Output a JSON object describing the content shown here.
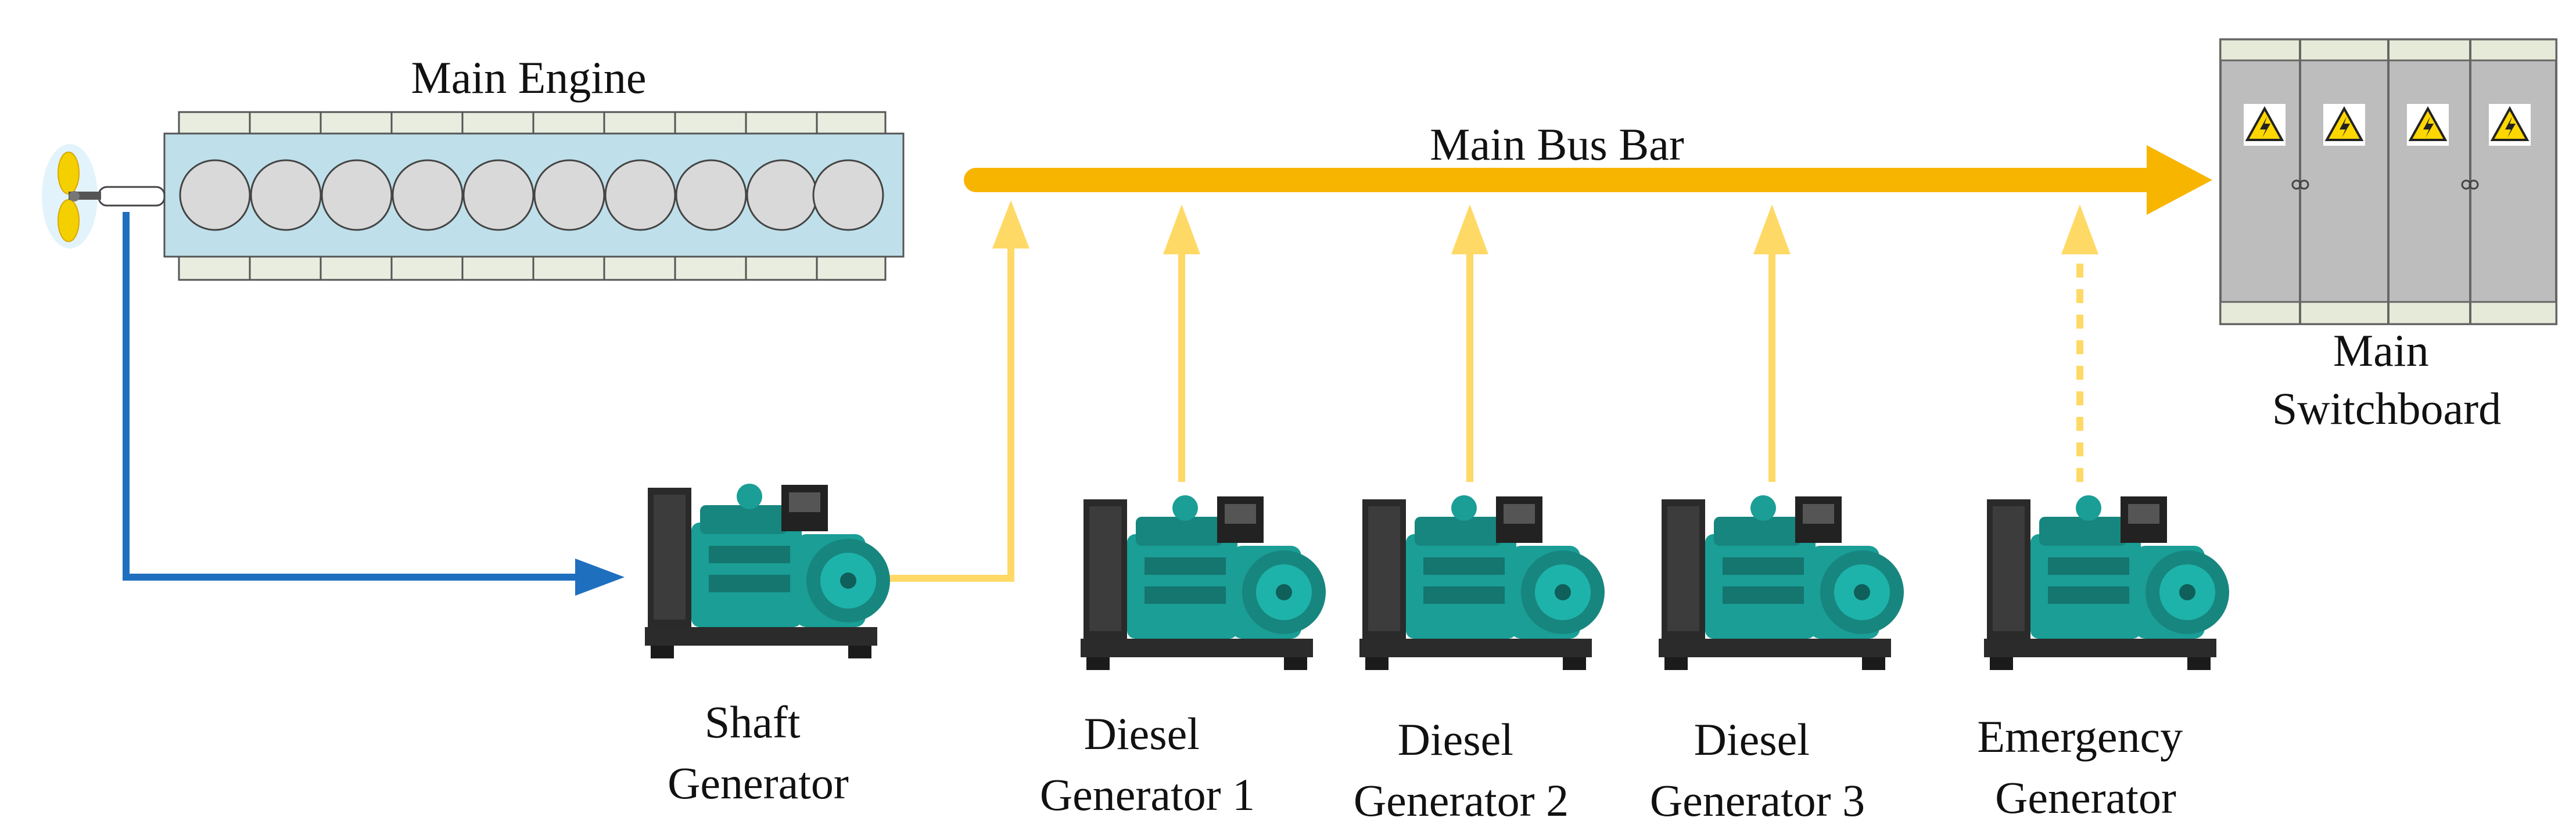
{
  "labels": {
    "main_engine": "Main Engine",
    "main_bus_bar": "Main Bus Bar",
    "main_switchboard": [
      "Main",
      "Switchboard"
    ],
    "shaft_generator": [
      "Shaft",
      "Generator"
    ],
    "diesel_generator_1": [
      "Diesel",
      "Generator 1"
    ],
    "diesel_generator_2": [
      "Diesel",
      "Generator 2"
    ],
    "diesel_generator_3": [
      "Diesel",
      "Generator 3"
    ],
    "emergency_generator": [
      "Emergency",
      "Generator"
    ]
  },
  "icons": {
    "propeller": "propeller-icon",
    "engine": "engine-icon",
    "generator": "generator-icon",
    "switchboard": "switchboard-icon",
    "warning": "high-voltage-warning-icon"
  },
  "colors": {
    "bus_bar": "#F7B500",
    "power_link": "#FFD966",
    "mechanical_link": "#1F6FBF",
    "engine_body": "#BFE0EA",
    "cylinder": "#D9D9D9",
    "generator": "#1A9E96",
    "switchboard": "#BDBDBD",
    "warning": "#FFD700"
  },
  "connections": [
    {
      "from": "Main Engine",
      "to": "Shaft Generator",
      "type": "mechanical",
      "style": "solid"
    },
    {
      "from": "Shaft Generator",
      "to": "Main Bus Bar",
      "type": "electrical",
      "style": "solid"
    },
    {
      "from": "Diesel Generator 1",
      "to": "Main Bus Bar",
      "type": "electrical",
      "style": "solid"
    },
    {
      "from": "Diesel Generator 2",
      "to": "Main Bus Bar",
      "type": "electrical",
      "style": "solid"
    },
    {
      "from": "Diesel Generator 3",
      "to": "Main Bus Bar",
      "type": "electrical",
      "style": "solid"
    },
    {
      "from": "Emergency Generator",
      "to": "Main Bus Bar",
      "type": "electrical",
      "style": "dashed"
    },
    {
      "from": "Main Bus Bar",
      "to": "Main Switchboard",
      "type": "electrical",
      "style": "solid"
    }
  ]
}
